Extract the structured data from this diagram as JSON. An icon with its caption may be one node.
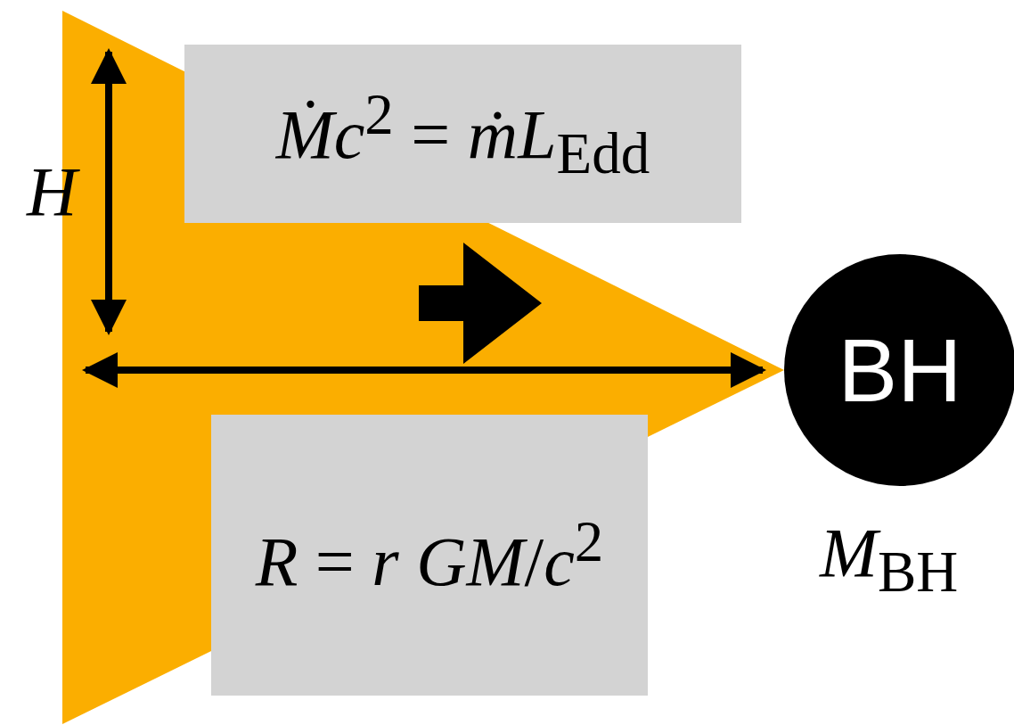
{
  "diagram": {
    "nodes": [
      {
        "text": [
          "*Ṁc*$^{2}$ = *ṁL*$_{Edd}$"
        ]
      },
      {
        "text": [
          "*R* = *r GM*/*c*$^{2}$"
        ]
      },
      {
        "text": [
          "BH"
        ],
        "beside": [
          "*M*$_{BH}$"
        ]
      }
    ],
    "labels": [
      "*H*"
    ]
  }
}
